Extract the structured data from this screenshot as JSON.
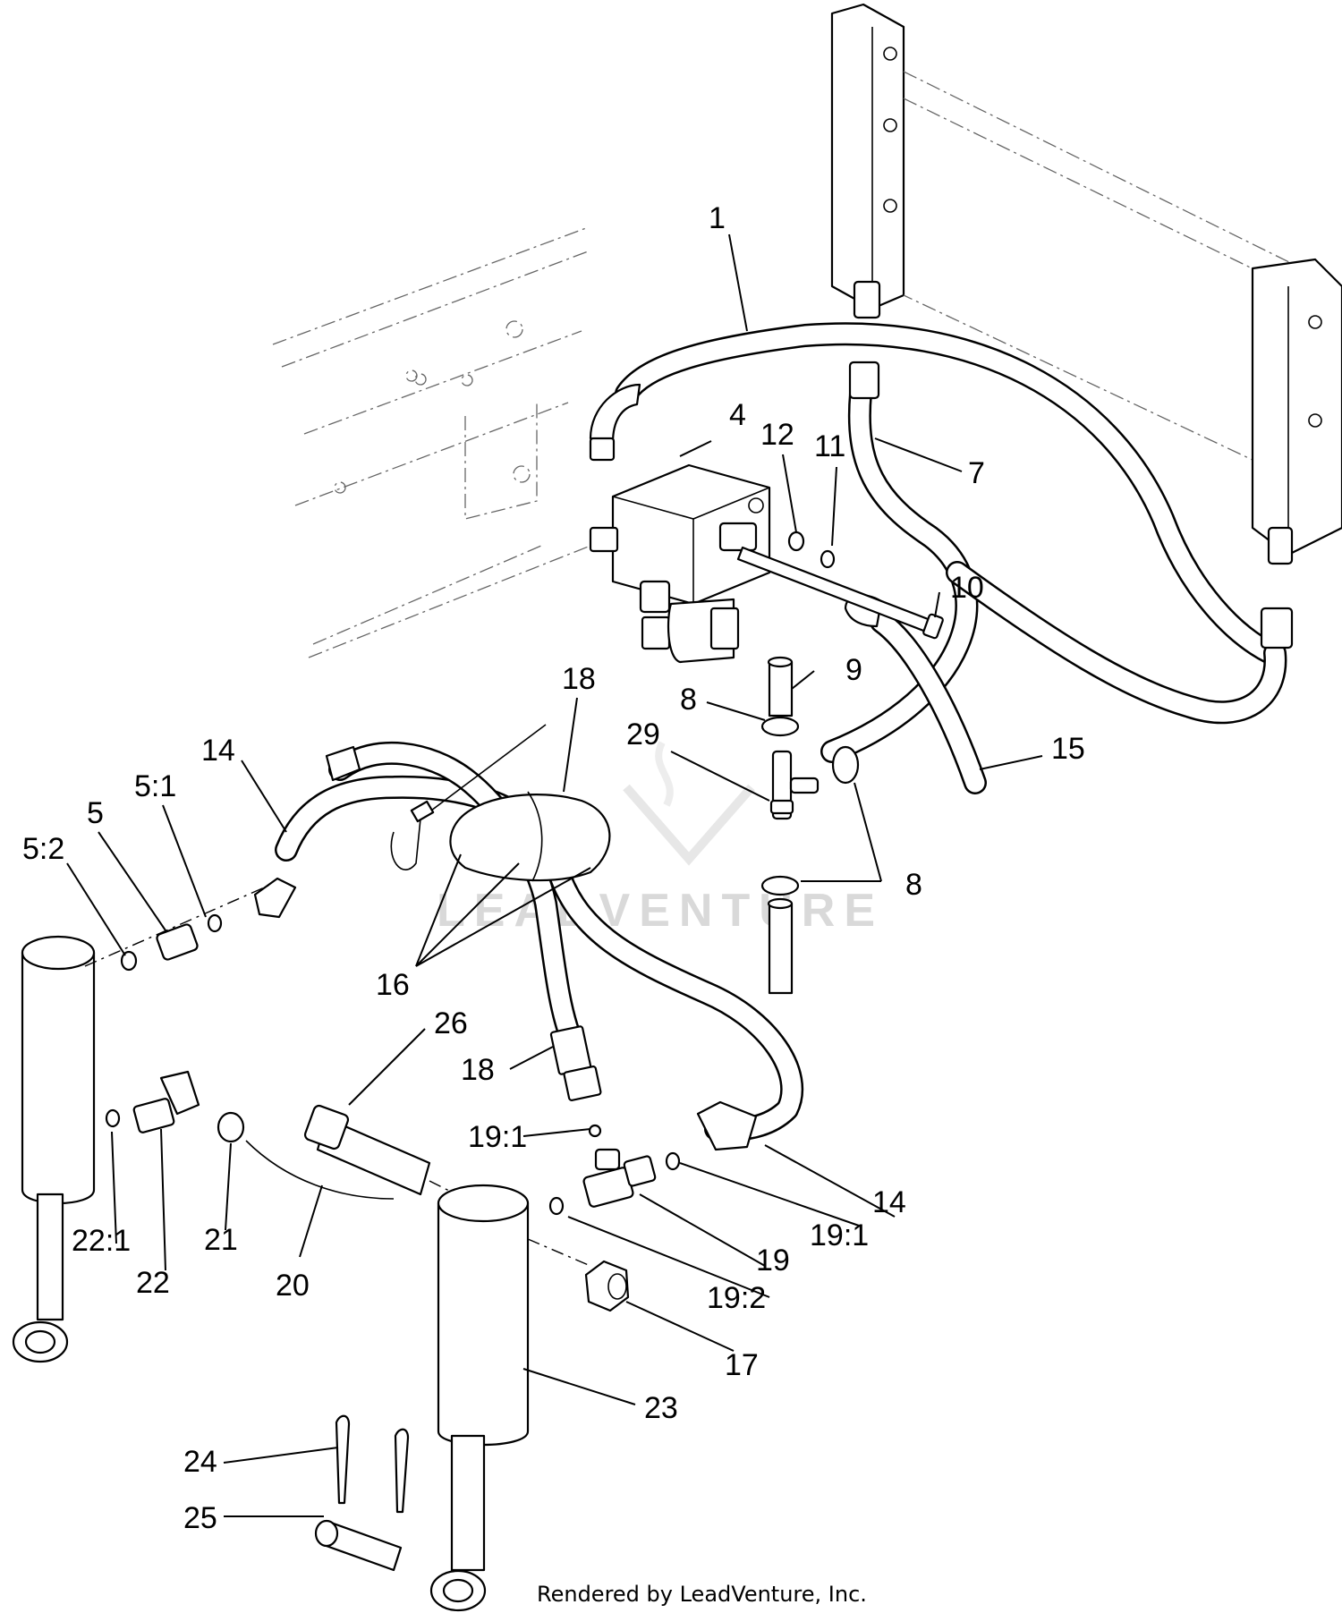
{
  "callouts": {
    "c1": "1",
    "c4": "4",
    "c5": "5",
    "c5_1": "5:1",
    "c5_2": "5:2",
    "c7": "7",
    "c8a": "8",
    "c8b": "8",
    "c9": "9",
    "c10": "10",
    "c11": "11",
    "c12": "12",
    "c14a": "14",
    "c14b": "14",
    "c15": "15",
    "c16": "16",
    "c17": "17",
    "c18a": "18",
    "c18b": "18",
    "c19": "19",
    "c19_1a": "19:1",
    "c19_1b": "19:1",
    "c19_2": "19:2",
    "c20": "20",
    "c21": "21",
    "c22": "22",
    "c22_1": "22:1",
    "c23": "23",
    "c24": "24",
    "c25": "25",
    "c26": "26",
    "c29": "29"
  },
  "watermark": "LEADVENTURE",
  "footer": "Rendered by LeadVenture, Inc."
}
